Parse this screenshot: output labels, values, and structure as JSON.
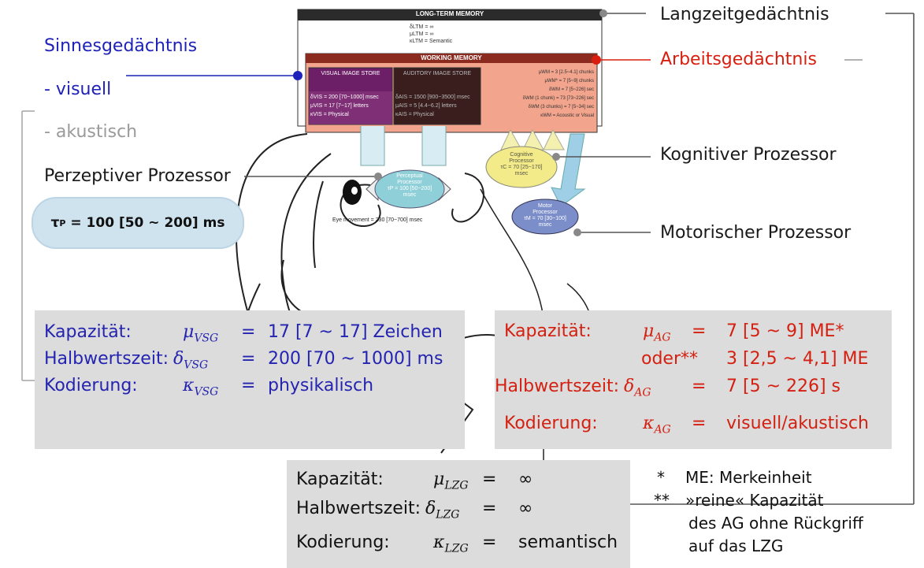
{
  "labels": {
    "langzeit": "Langzeitgedächtnis",
    "sinnes": "Sinnesgedächtnis",
    "visuell": "- visuell",
    "akustisch": "- akustisch",
    "arbeit": "Arbeitsgedächtnis",
    "kognitiv": "Kognitiver Prozessor",
    "perzeptiv": "Perzeptiver Prozessor",
    "motorisch": "Motorischer Prozessor"
  },
  "tau_box": {
    "symbol": "τ",
    "sub": "P",
    "value": "= 100 [50 ~ 200] ms"
  },
  "figure": {
    "ltm_title": "LONG-TERM MEMORY",
    "ltm_lines": [
      "δLTM = ∞",
      "μLTM = ∞",
      "κLTM = Semantic"
    ],
    "wm_title": "WORKING MEMORY",
    "vis_store": "VISUAL IMAGE STORE",
    "aud_store": "AUDITORY IMAGE STORE",
    "vis_lines": [
      "δVIS = 200 [70~1000] msec",
      "μVIS = 17 [7~17] letters",
      "κVIS = Physical"
    ],
    "aud_lines": [
      "δAIS = 1500 [900~3500] msec",
      "μAIS = 5 [4.4~6.2] letters",
      "κAIS = Physical"
    ],
    "wm_lines": [
      "μWM = 3 [2.5~4.1] chunks",
      "μWM* = 7 [5~9] chunks",
      "δWM = 7 [5~226] sec",
      "δWM (1 chunk) = 73 [73~226] sec",
      "δWM (3 chunks) = 7 [5~34] sec",
      "κWM = Acoustic or Visual"
    ],
    "perceptual": [
      "Perceptual",
      "Processor",
      "τP = 100 [50~200]",
      "msec"
    ],
    "cognitive": [
      "Cognitive",
      "Processor",
      "τC = 70 [25~170]",
      "msec"
    ],
    "motor": [
      "Motor",
      "Processor",
      "τM = 70 [30~100]",
      "msec"
    ],
    "eye_movement": "Eye movement = 230 [70~700] msec"
  },
  "vsg_panel": {
    "rows": [
      {
        "label": "Kapazität:",
        "sym": "μ",
        "sub": "VSG",
        "eq": "=",
        "value": "17 [7 ~ 17] Zeichen"
      },
      {
        "label": "Halbwertszeit:",
        "sym": "δ",
        "sub": "VSG",
        "eq": "=",
        "value": "200 [70 ~ 1000] ms"
      },
      {
        "label": "Kodierung:",
        "sym": "κ",
        "sub": "VSG",
        "eq": "=",
        "value": "physikalisch"
      }
    ]
  },
  "ag_panel": {
    "rows": [
      {
        "label": "Kapazität:",
        "sym": "μ",
        "sub": "AG",
        "eq": "=",
        "value": "7 [5 ~ 9] ME*"
      },
      {
        "label": "oder**",
        "value": "3 [2,5 ~ 4,1] ME"
      },
      {
        "label": "Halbwertszeit:",
        "sym": "δ",
        "sub": "AG",
        "eq": "=",
        "value": "7 [5 ~ 226] s"
      },
      {
        "label": "Kodierung:",
        "sym": "κ",
        "sub": "AG",
        "eq": "=",
        "value": "visuell/akustisch"
      }
    ]
  },
  "lzg_panel": {
    "rows": [
      {
        "label": "Kapazität:",
        "sym": "μ",
        "sub": "LZG",
        "eq": "=",
        "value": "∞"
      },
      {
        "label": "Halbwertszeit:",
        "sym": "δ",
        "sub": "LZG",
        "eq": "=",
        "value": "∞"
      },
      {
        "label": "Kodierung:",
        "sym": "κ",
        "sub": "LZG",
        "eq": "=",
        "value": "semantisch"
      }
    ]
  },
  "footnotes": {
    "f1_mark": "*",
    "f1_text": "ME: Merkeinheit",
    "f2_mark": "**",
    "f2_line1": "»reine« Kapazität",
    "f2_line2": "des AG ohne Rückgriff",
    "f2_line3": "auf das LZG"
  },
  "colors": {
    "blue": "#1f22b8",
    "red": "#d81e0f",
    "grey": "#9a9a9a",
    "panel": "#dcdcdc",
    "wm_bar": "#8b2a1f",
    "vis_store": "#6c1e66",
    "aud_store": "#3a1d1d"
  }
}
